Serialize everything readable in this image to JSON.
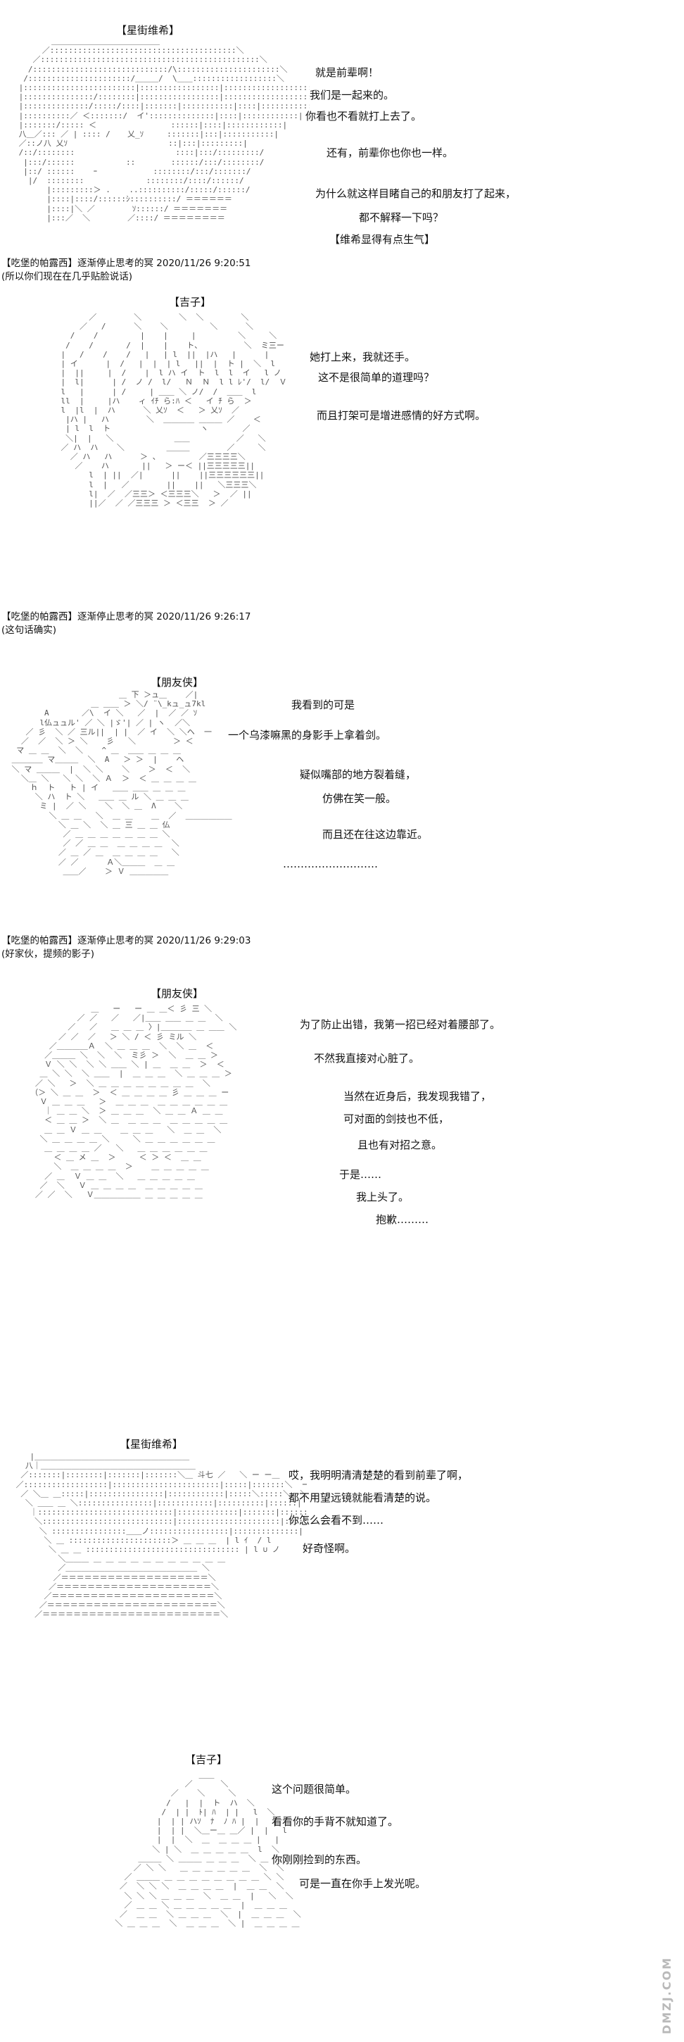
{
  "panels": [
    {
      "speaker": "【星街维希】",
      "lines": [
        "就是前辈啊！",
        "我们是一起来的。",
        "你看也不看就打上去了。",
        "还有，前辈你也你也一样。",
        "为什么就这样目睹自己的和朋友打了起来，",
        "都不解释一下吗？",
        "【维希显得有点生气】"
      ],
      "meta": [
        "【吃堡的帕露西】逐渐停止思考的冥 2020/11/26 9:20:51",
        "(所以你们现在在几乎贴脸说话)"
      ]
    },
    {
      "speaker": "【吉子】",
      "lines": [
        "她打上来，我就还手。",
        "这不是很简单的道理吗？",
        "而且打架可是增进感情的好方式啊。"
      ],
      "meta": [
        "【吃堡的帕露西】逐渐停止思考的冥 2020/11/26 9:26:17",
        "(这句话确实)"
      ]
    },
    {
      "speaker": "【朋友侠】",
      "lines": [
        "我看到的可是",
        "一个乌漆嘛黑的身影手上拿着剑。",
        "疑似嘴部的地方裂着缝，",
        "仿佛在笑一般。",
        "而且还在往这边靠近。",
        "………………………"
      ],
      "meta": [
        "【吃堡的帕露西】逐渐停止思考的冥 2020/11/26 9:29:03",
        "(好家伙，提频的影子)"
      ]
    },
    {
      "speaker": "【朋友侠】",
      "lines": [
        "为了防止出错，我第一招已经对着腰部了。",
        "不然我直接对心脏了。",
        "当然在近身后，我发现我错了，",
        "可对面的剑技也不低，",
        "且也有对招之意。",
        "于是……",
        "我上头了。",
        "抱歉………"
      ],
      "meta": []
    },
    {
      "speaker": "【星街维希】",
      "lines": [
        "哎，我明明清清楚楚的看到前辈了啊，",
        "都不用望远镜就能看清楚的说。",
        "你怎么会看不到……",
        "好奇怪啊。"
      ],
      "meta": []
    },
    {
      "speaker": "【吉子】",
      "lines": [
        "这个问题很简单。",
        "看看你的手背不就知道了。",
        "你刚刚捡到的东西。",
        "可是一直在你手上发光呢。"
      ],
      "meta": []
    }
  ],
  "watermark": "DMZJ.COM"
}
